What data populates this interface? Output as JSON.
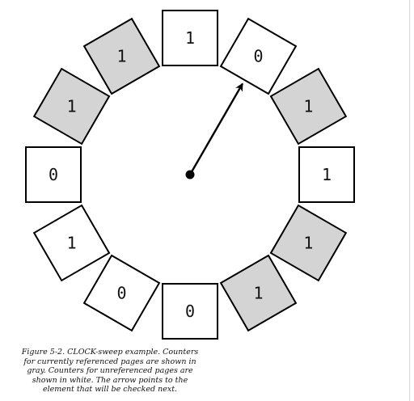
{
  "diagram": {
    "elements": [
      {
        "counter": "1",
        "referenced": false
      },
      {
        "counter": "0",
        "referenced": false
      },
      {
        "counter": "1",
        "referenced": true
      },
      {
        "counter": "1",
        "referenced": false
      },
      {
        "counter": "1",
        "referenced": true
      },
      {
        "counter": "1",
        "referenced": true
      },
      {
        "counter": "0",
        "referenced": false
      },
      {
        "counter": "0",
        "referenced": false
      },
      {
        "counter": "1",
        "referenced": false
      },
      {
        "counter": "0",
        "referenced": false
      },
      {
        "counter": "1",
        "referenced": true
      },
      {
        "counter": "1",
        "referenced": true
      }
    ],
    "pointer_index": 1,
    "colors": {
      "referenced_fill": "#d4d4d4",
      "unreferenced_fill": "#ffffff",
      "stroke": "#000000"
    }
  },
  "caption": "Figure 5-2. CLOCK-sweep example. Counters for currently referenced pages are shown in gray. Counters for unreferenced pages are shown in white. The arrow points to the element that will be checked next."
}
